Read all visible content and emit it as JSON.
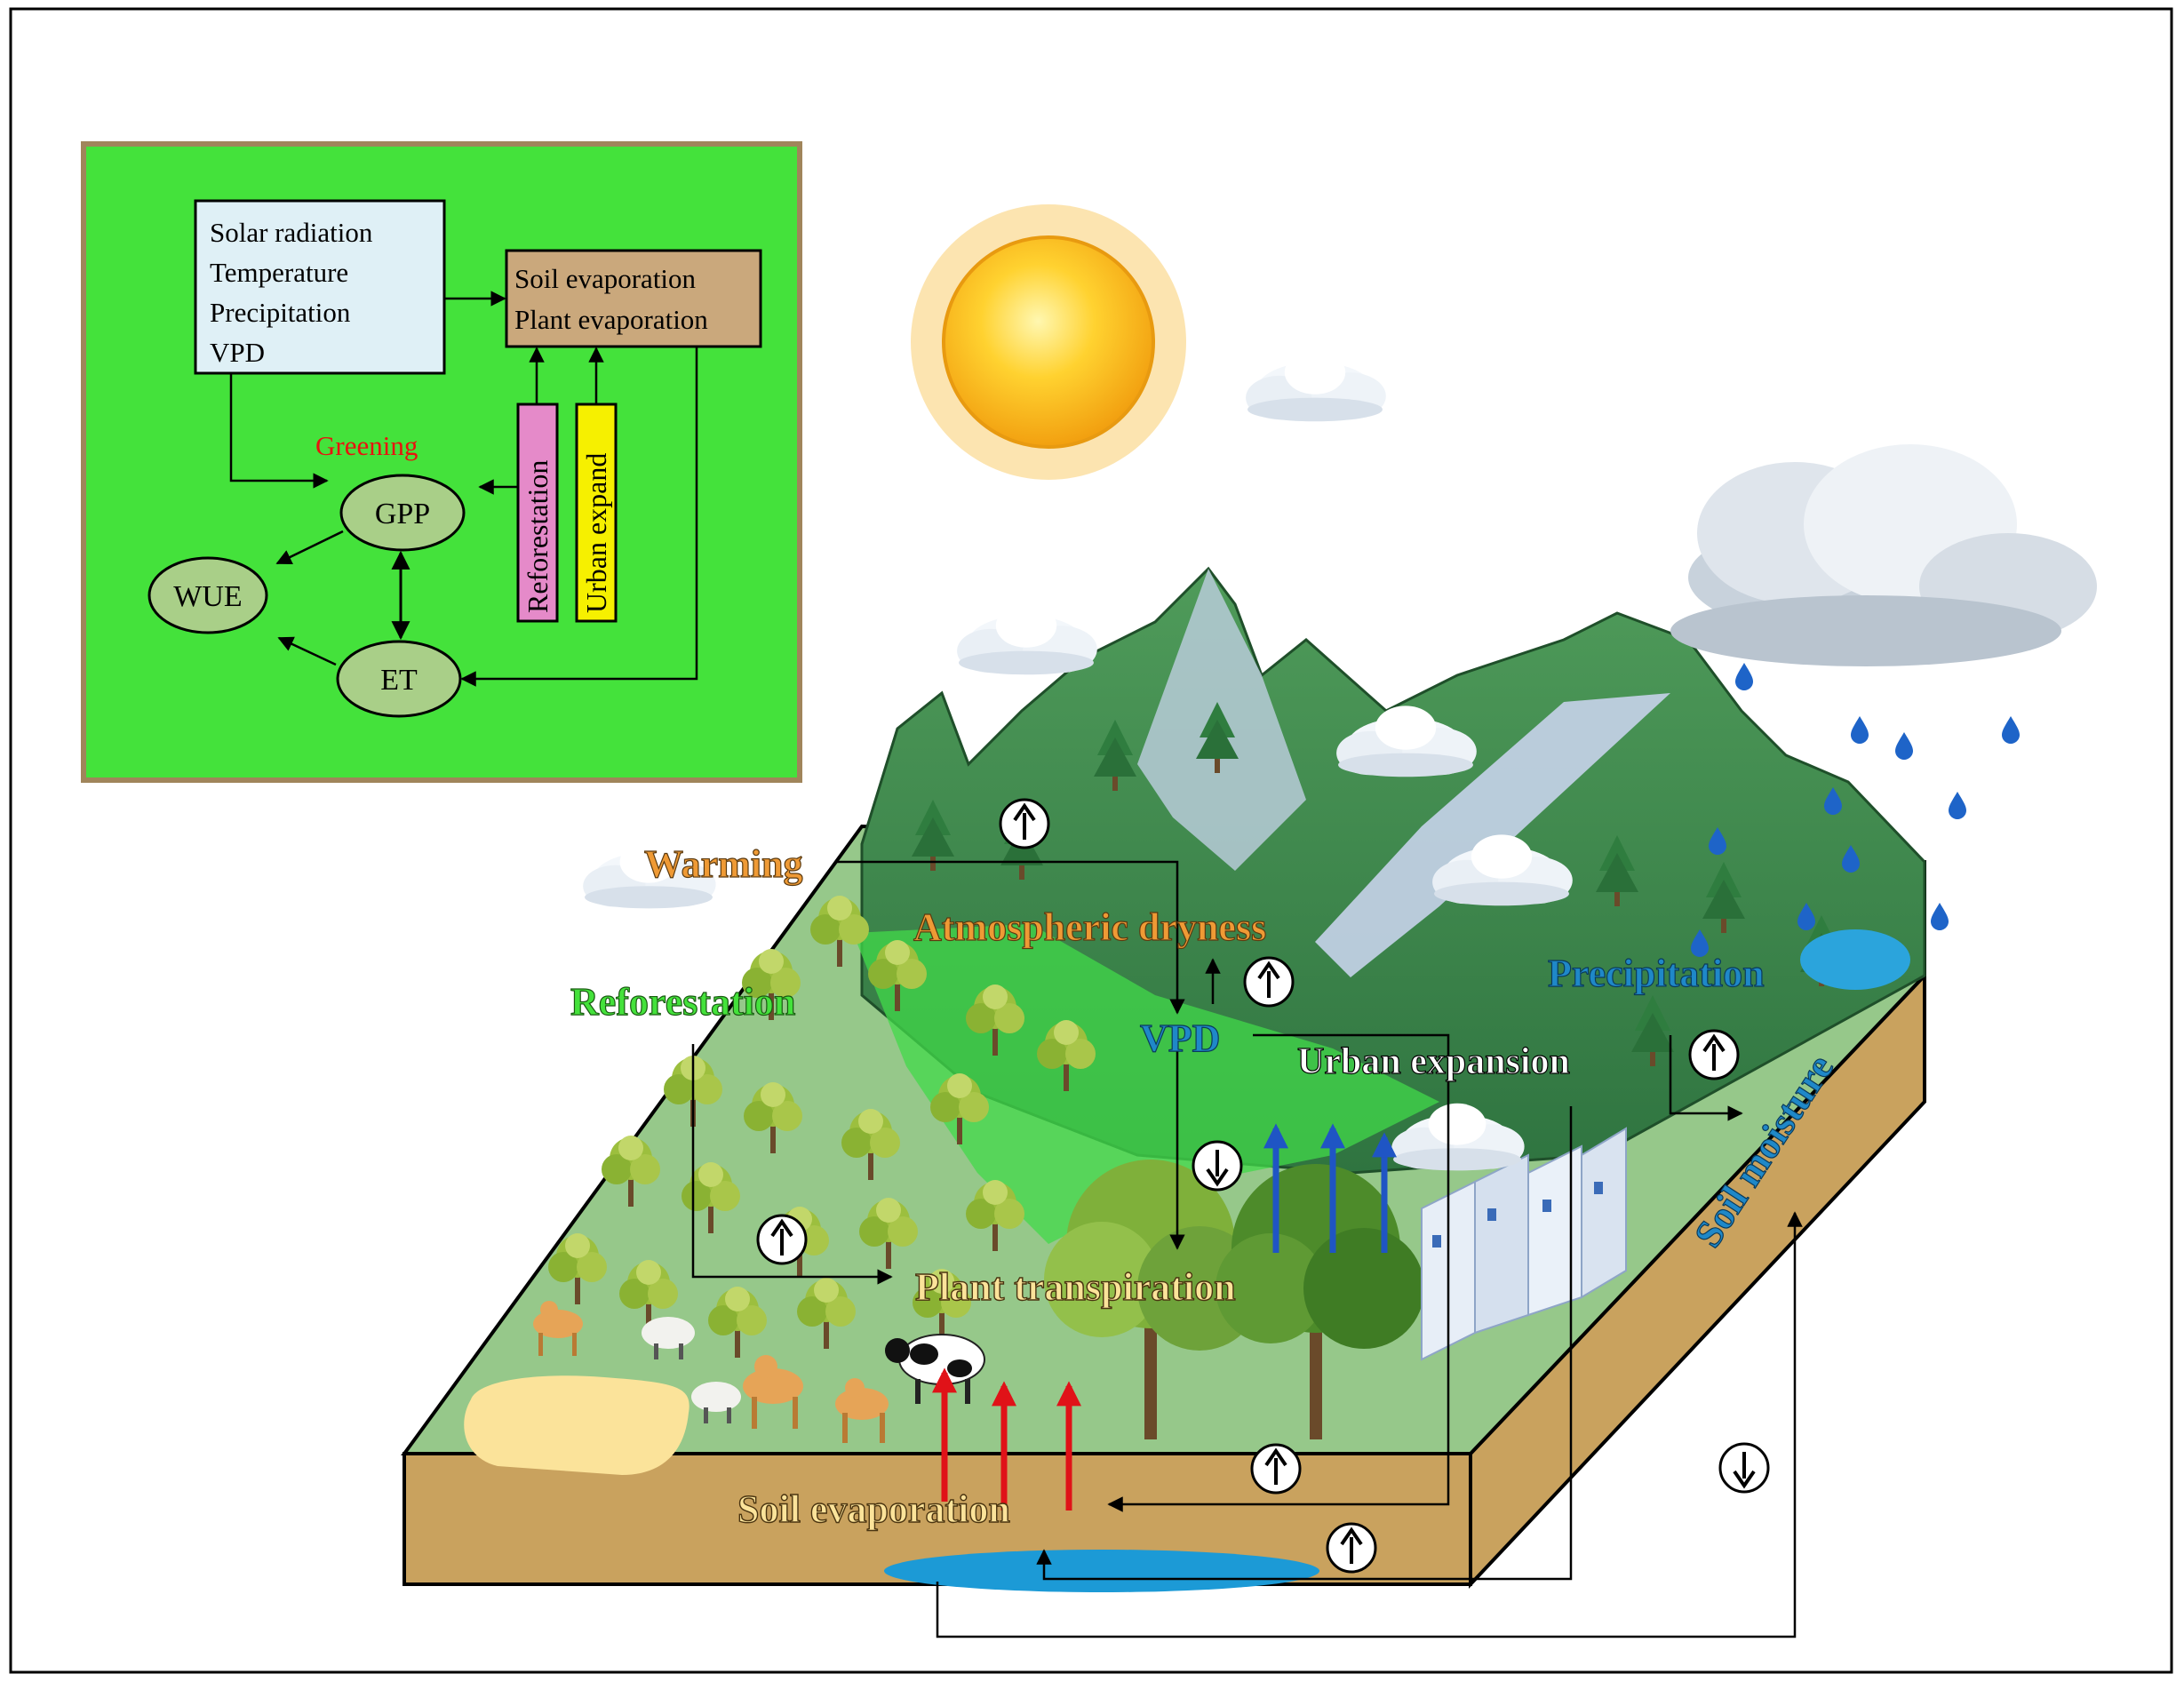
{
  "inset": {
    "drivers": [
      "Solar radiation",
      "Temperature",
      "Precipitation",
      "VPD"
    ],
    "evaporation": [
      "Soil evaporation",
      "Plant evaporation"
    ],
    "reforestation": "Reforestation",
    "urban": "Urban expand",
    "greening": "Greening",
    "gpp": "GPP",
    "et": "ET",
    "wue": "WUE"
  },
  "labels": {
    "warming": "Warming",
    "atmospheric_dryness": "Atmospheric dryness",
    "reforestation": "Reforestation",
    "vpd": "VPD",
    "urban_expansion": "Urban expansion",
    "precipitation": "Precipitation",
    "soil_moisture": "Soil moisture",
    "plant_transpiration": "Plant transpiration",
    "soil_evaporation": "Soil evaporation"
  },
  "colors": {
    "inset_bg": "#44e23b",
    "inset_border": "#a0855b",
    "driver_box": "#dff0f6",
    "evap_box": "#caa87c",
    "reforestation_bar": "#e58ac9",
    "urban_bar": "#f6f000",
    "node": "#a9cf88",
    "greening": "#e8130f",
    "warming": "#ef9a35",
    "vpd": "#1f88c8",
    "soil": "#c9a25e",
    "ground": "#96c88a",
    "mountain": "#3f8a4c",
    "red_arrow": "#e01218",
    "blue_arrow": "#1f55c4"
  },
  "icons": [
    "sun-icon",
    "cloud-icon",
    "rain-cloud-icon",
    "raindrop-icon",
    "tree-icon",
    "building-icon",
    "camel-icon",
    "sheep-icon",
    "cow-icon",
    "up-circle-arrow-icon",
    "down-circle-arrow-icon"
  ]
}
